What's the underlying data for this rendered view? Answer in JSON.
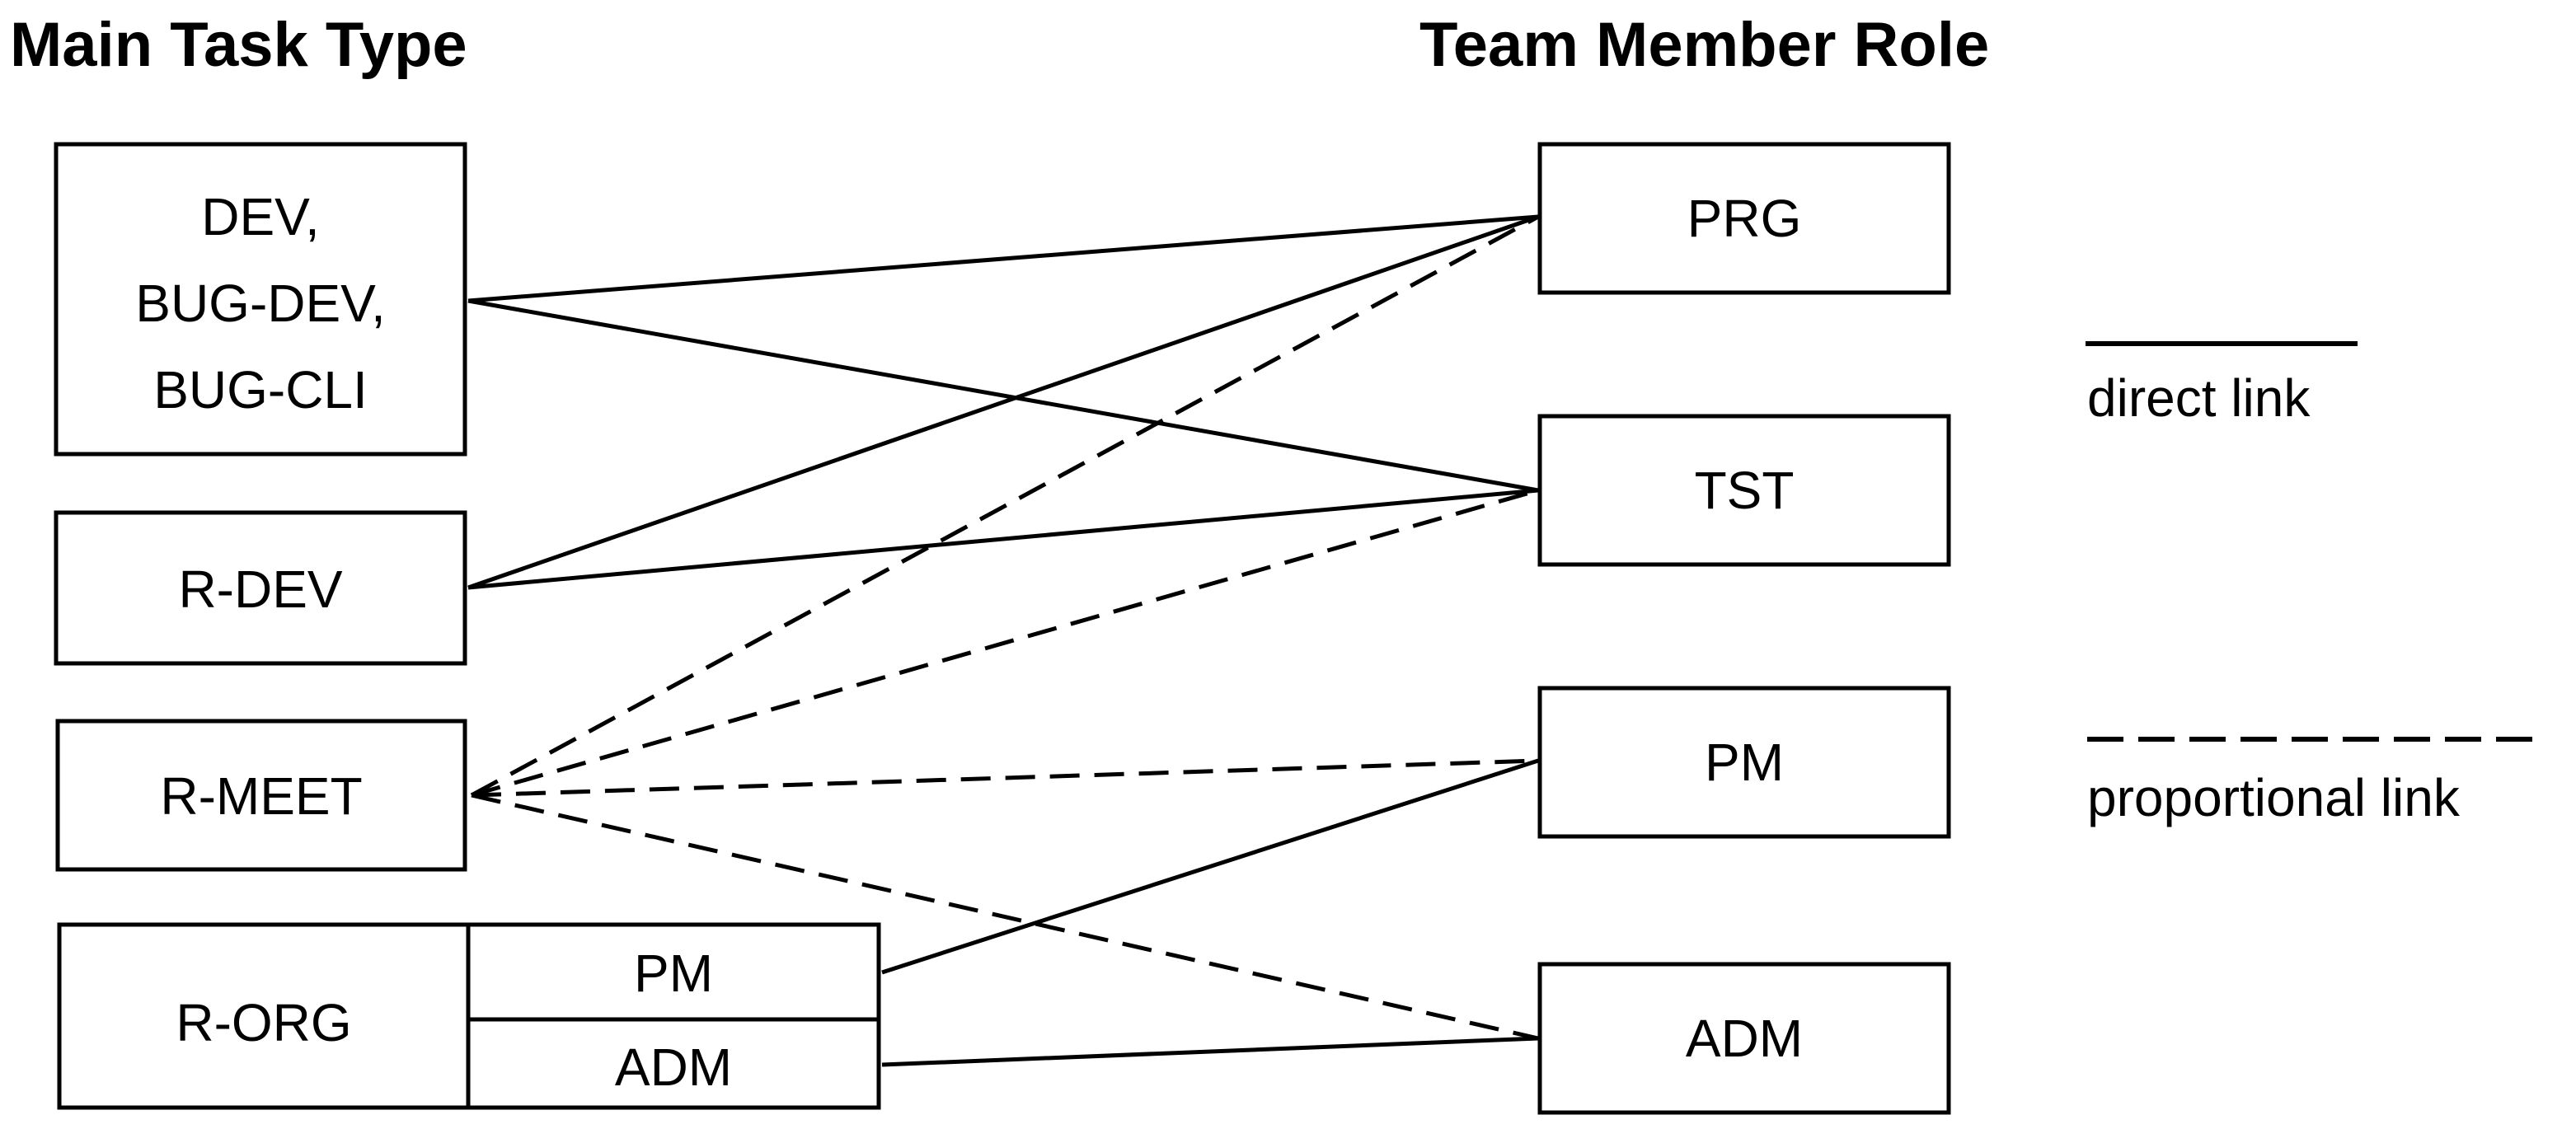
{
  "headings": {
    "left": "Main Task Type",
    "right": "Team Member Role"
  },
  "task_types": {
    "dev_group": [
      "DEV,",
      "BUG-DEV,",
      "BUG-CLI"
    ],
    "r_dev": "R-DEV",
    "r_meet": "R-MEET",
    "r_org": "R-ORG",
    "r_org_sub": [
      "PM",
      "ADM"
    ]
  },
  "roles": {
    "prg": "PRG",
    "tst": "TST",
    "pm": "PM",
    "adm": "ADM"
  },
  "legend": {
    "direct": "direct link",
    "proportional": "proportional link"
  },
  "links": [
    {
      "from": "dev_group",
      "to": "prg",
      "style": "direct"
    },
    {
      "from": "dev_group",
      "to": "tst",
      "style": "direct"
    },
    {
      "from": "r_dev",
      "to": "prg",
      "style": "direct"
    },
    {
      "from": "r_dev",
      "to": "tst",
      "style": "direct"
    },
    {
      "from": "r_meet",
      "to": "prg",
      "style": "proportional"
    },
    {
      "from": "r_meet",
      "to": "tst",
      "style": "proportional"
    },
    {
      "from": "r_meet",
      "to": "pm",
      "style": "proportional"
    },
    {
      "from": "r_meet",
      "to": "adm",
      "style": "proportional"
    },
    {
      "from": "r_org_pm",
      "to": "pm",
      "style": "direct"
    },
    {
      "from": "r_org_adm",
      "to": "adm",
      "style": "direct"
    }
  ]
}
